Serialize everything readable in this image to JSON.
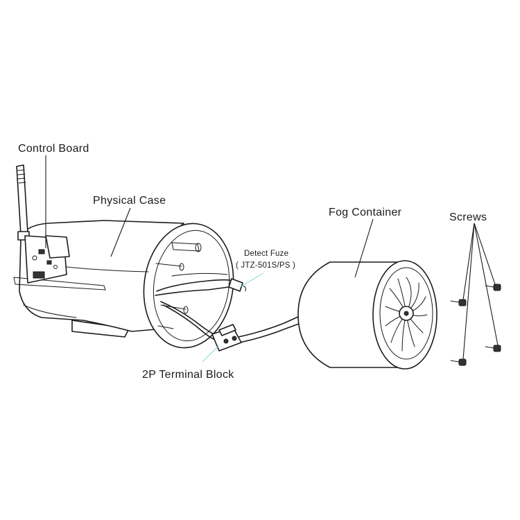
{
  "labels": {
    "control_board": "Control Board",
    "physical_case": "Physical Case",
    "fog_container": "Fog Container",
    "screws": "Screws",
    "detect_fuze": "Detect Fuze",
    "detect_fuze_model": "( JTZ-501S/PS )",
    "terminal_block": "2P Terminal Block"
  },
  "colors": {
    "line": "#1a1a1a",
    "leader_accent": "#7fd6dc",
    "background": "#ffffff"
  }
}
